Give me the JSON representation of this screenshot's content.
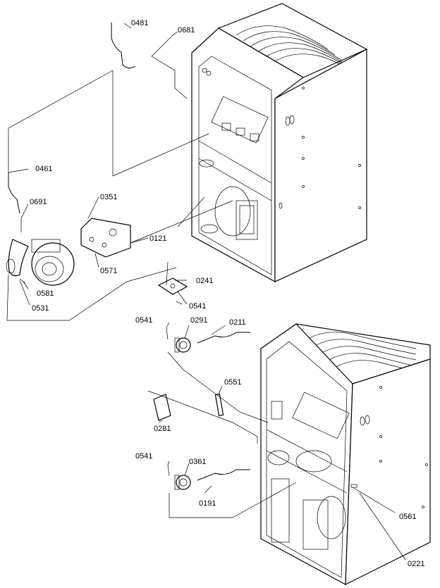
{
  "diagram": {
    "part_labels": {
      "p0481": "0481",
      "p0681": "0681",
      "p0461": "0461",
      "p0691": "0691",
      "p0351": "0351",
      "p0121": "0121",
      "p0571": "0571",
      "p0581": "0581",
      "p0531": "0531",
      "p0241": "0241",
      "p0541a": "0541",
      "p0541b": "0541",
      "p0291": "0291",
      "p0211": "0211",
      "p0551": "0551",
      "p0281": "0281",
      "p0541c": "0541",
      "p0361": "0361",
      "p0191": "0191",
      "p0561": "0561",
      "p0221": "0221"
    }
  }
}
